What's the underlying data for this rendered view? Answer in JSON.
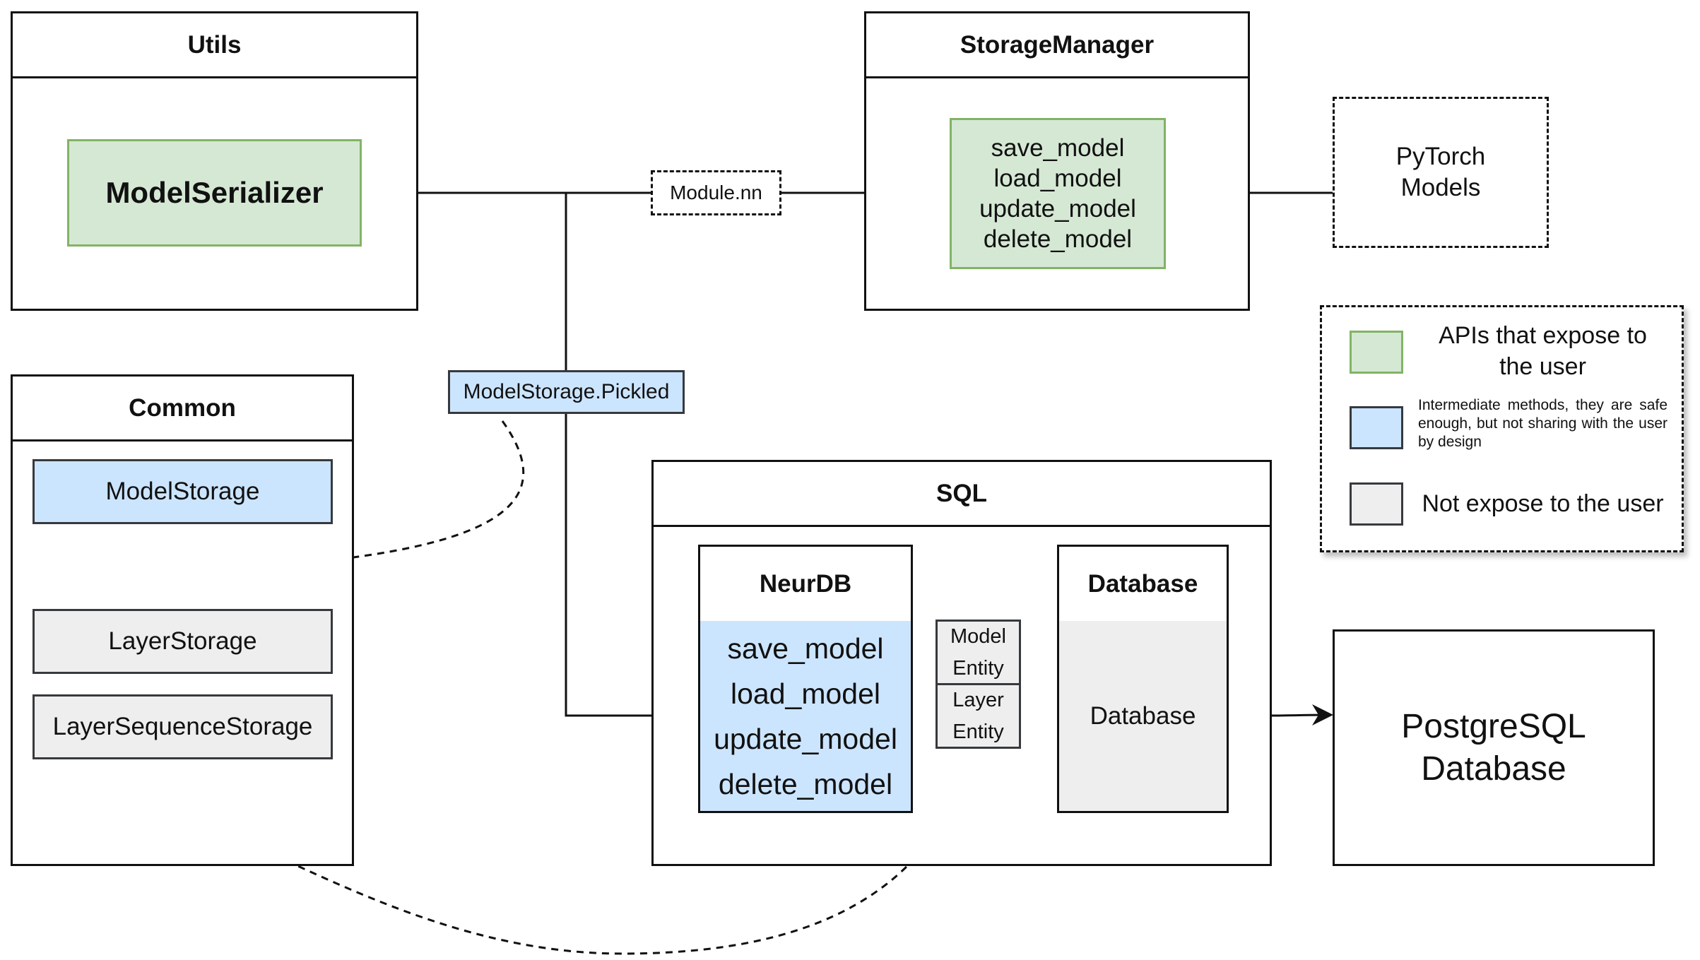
{
  "utils": {
    "title": "Utils",
    "model_serializer": "ModelSerializer"
  },
  "storage_manager": {
    "title": "StorageManager",
    "methods": [
      "save_model",
      "load_model",
      "update_model",
      "delete_model"
    ]
  },
  "pytorch_models": [
    "PyTorch",
    "Models"
  ],
  "module_nn_label": "Module.nn",
  "model_storage_pickled_label": "ModelStorage.Pickled",
  "common": {
    "title": "Common",
    "items": [
      "ModelStorage",
      "LayerStorage",
      "LayerSequenceStorage"
    ]
  },
  "sql": {
    "title": "SQL",
    "neurdb": {
      "title": "NeurDB",
      "methods": [
        "save_model",
        "load_model",
        "update_model",
        "delete_model"
      ]
    },
    "entities": {
      "model": [
        "Model",
        "Entity"
      ],
      "layer": [
        "Layer",
        "Entity"
      ]
    },
    "database": {
      "title": "Database",
      "body": "Database"
    }
  },
  "postgres": [
    "PostgreSQL",
    "Database"
  ],
  "legend": {
    "items": [
      {
        "color": "#d5e8d4",
        "text": "APIs that expose to the user"
      },
      {
        "color": "#cce5ff",
        "text": "Intermediate methods, they are safe enough, but not sharing with the user by design"
      },
      {
        "color": "#eeeeee",
        "text": "Not expose to the user"
      }
    ]
  },
  "colors": {
    "green_fill": "#d5e8d4",
    "green_stroke": "#82b366",
    "blue_fill": "#cce5ff",
    "grey_fill": "#eeeeee"
  }
}
